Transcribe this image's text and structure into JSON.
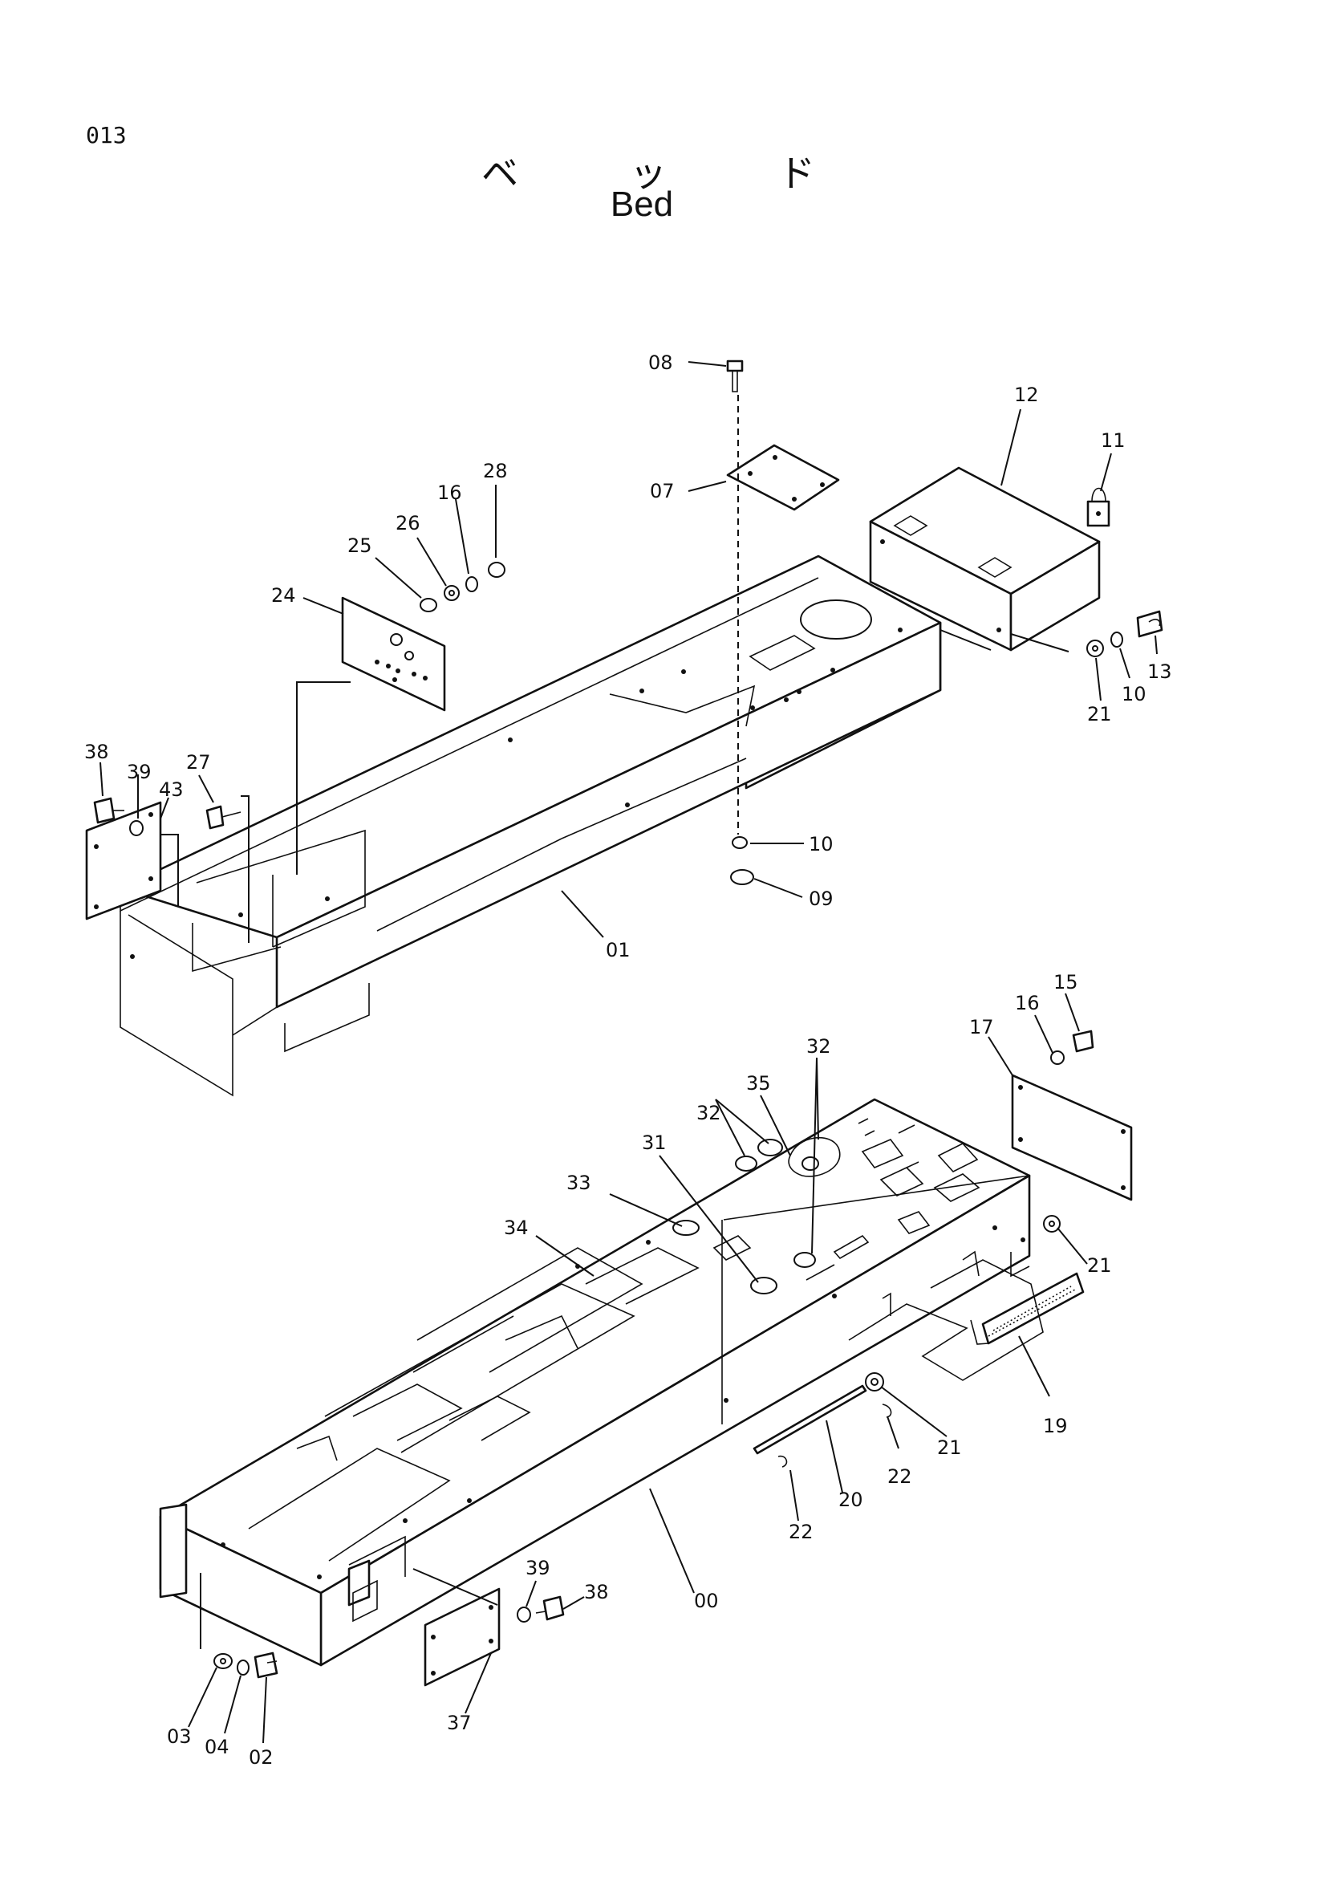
{
  "page_number": "013",
  "title": {
    "jp": [
      "ベ",
      "ッ",
      "ド"
    ],
    "en": "Bed"
  },
  "part_labels": {
    "p00": "00",
    "p01": "01",
    "p02": "02",
    "p03": "03",
    "p04": "04",
    "p07": "07",
    "p08": "08",
    "p09": "09",
    "p10a": "10",
    "p10b": "10",
    "p11": "11",
    "p12": "12",
    "p13": "13",
    "p15": "15",
    "p16a": "16",
    "p16b": "16",
    "p17": "17",
    "p19": "19",
    "p20": "20",
    "p21a": "21",
    "p21b": "21",
    "p21c": "21",
    "p22a": "22",
    "p22b": "22",
    "p24": "24",
    "p25": "25",
    "p26": "26",
    "p27": "27",
    "p28": "28",
    "p31": "31",
    "p32a": "32",
    "p32b": "32",
    "p33": "33",
    "p34": "34",
    "p35": "35",
    "p37": "37",
    "p38a": "38",
    "p38b": "38",
    "p39a": "39",
    "p39b": "39",
    "p43": "43"
  }
}
